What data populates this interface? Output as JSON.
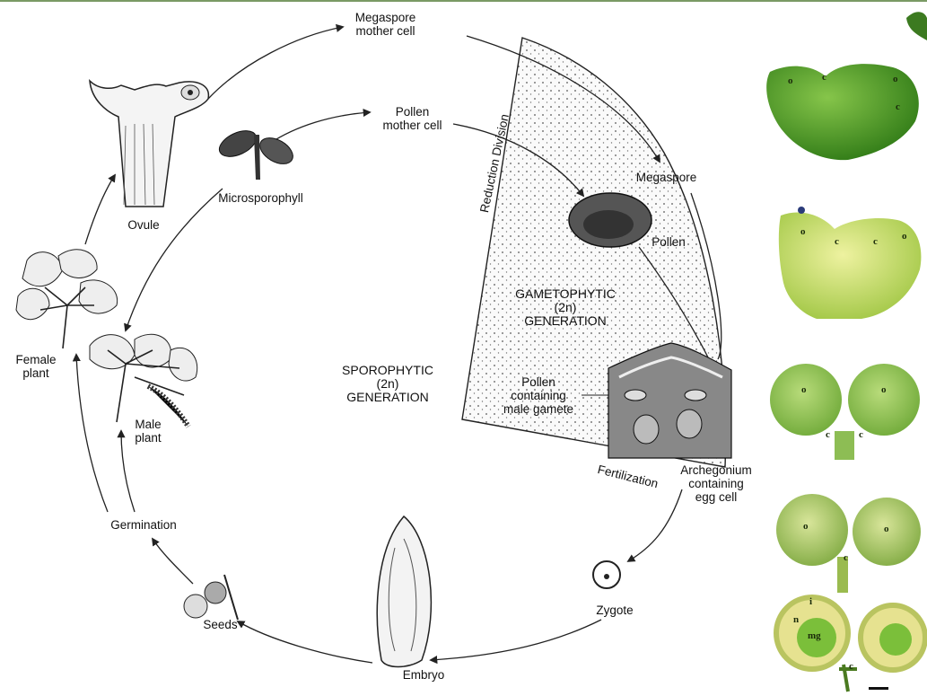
{
  "cycle_labels": {
    "megaspore_mother_cell": [
      "Megaspore",
      "mother cell"
    ],
    "pollen_mother_cell": [
      "Pollen",
      "mother cell"
    ],
    "megaspore": "Megaspore",
    "pollen": "Pollen",
    "reduction_division": "Reduction Division",
    "gametophytic": [
      "GAMETOPHYTIC",
      "(2n)",
      "GENERATION"
    ],
    "sporophytic": [
      "SPOROPHYTIC",
      "(2n)",
      "GENERATION"
    ],
    "pollen_containing": [
      "Pollen",
      "containing",
      "male gamete"
    ],
    "archegonium": [
      "Archegonium",
      "containing",
      "egg cell"
    ],
    "fertilization": "Fertilization",
    "zygote": "Zygote",
    "embryo": "Embryo",
    "seeds": "Seeds",
    "germination": "Germination",
    "female_plant": [
      "Female",
      "plant"
    ],
    "male_plant": [
      "Male",
      "plant"
    ],
    "ovule": "Ovule",
    "microsporophyll": "Microsporophyll"
  },
  "photo_panels": {
    "panel1": [
      "o",
      "c",
      "o",
      "c"
    ],
    "panel2": [
      "o",
      "c",
      "c",
      "o"
    ],
    "panel3": [
      "o",
      "o",
      "c",
      "c"
    ],
    "panel4": [
      "o",
      "o",
      "c"
    ],
    "panel5": [
      "i",
      "n",
      "mg",
      "c"
    ]
  },
  "colors": {
    "line": "#222222",
    "stipple": "#f3f3f3",
    "leaf_green": "#5aa22b",
    "pale_green": "#c9e07a"
  }
}
